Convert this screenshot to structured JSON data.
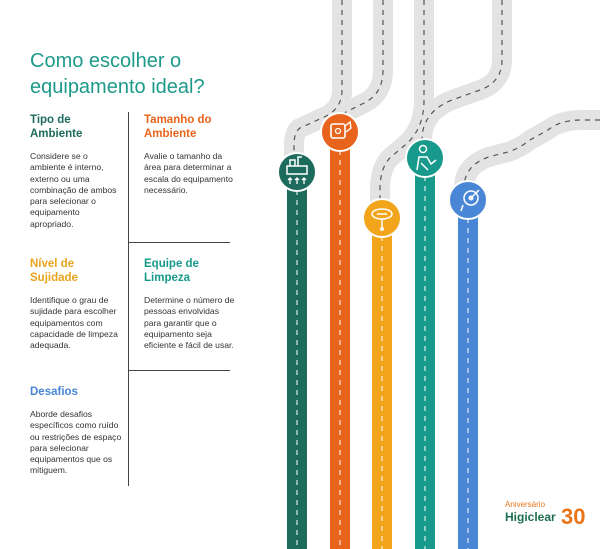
{
  "title": "Como escolher o equipamento ideal?",
  "items": [
    {
      "heading": "Tipo de Ambiente",
      "text": "Considere se o ambiente é interno, externo ou uma combinação de ambos para selecionar o equipamento apropriado.",
      "color": "#1d6b5c",
      "icon": "factory-icon"
    },
    {
      "heading": "Tamanho do Ambiente",
      "text": "Avalie o tamanho da área para determinar a escala do equipamento necessário.",
      "color": "#e8641c",
      "icon": "measuring-tape-icon"
    },
    {
      "heading": "Nível de Sujidade",
      "text": "Identifique o grau de sujidade para escolher equipamentos com capacidade de limpeza adequada.",
      "color": "#f2a51a",
      "icon": "spotlight-icon"
    },
    {
      "heading": "Equipe de Limpeza",
      "text": "Determine o número de pessoas envolvidas para garantir que o equipamento seja eficiente e fácil de usar.",
      "color": "#179a8b",
      "icon": "person-cleaning-icon"
    },
    {
      "heading": "Desafios",
      "text": "Aborde desafios específicos como ruído ou restrições de espaço para selecionar equipamentos que os mitiguem.",
      "color": "#4a86d6",
      "icon": "target-icon"
    }
  ],
  "logo": {
    "small": "Aniversário",
    "big": "Higiclear",
    "number": "30"
  }
}
